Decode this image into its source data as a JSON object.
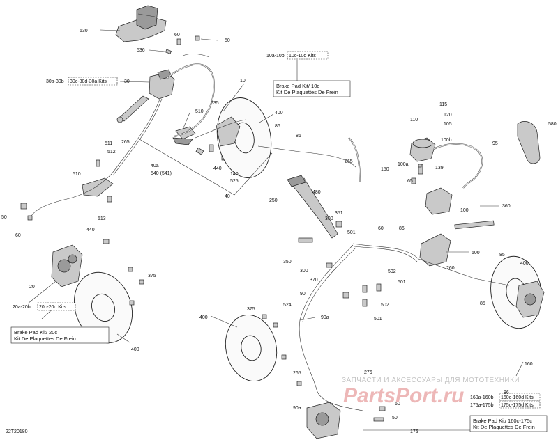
{
  "diagram": {
    "figure_code": "22T20180",
    "watermark": {
      "text": "ЗАПЧАСТИ И АКСЕССУАРЫ ДЛЯ МОТОТЕХНИКИ",
      "logo": "PartsPort.ru"
    },
    "callouts": [
      "530",
      "50",
      "60",
      "536",
      "10a-10b",
      "10c-10d Kits",
      "30a-30b",
      "30c-30d-30a Kits",
      "30",
      "10",
      "535",
      "510",
      "400",
      "86",
      "265",
      "511",
      "512",
      "40a",
      "540 (541)",
      "440",
      "140",
      "525",
      "40",
      "510",
      "513",
      "50",
      "60",
      "440",
      "20",
      "375",
      "20a-20b",
      "20c-20d Kits",
      "400",
      "400",
      "375",
      "524",
      "90a",
      "90",
      "265",
      "90a",
      "115",
      "120",
      "105",
      "110",
      "100a",
      "100b",
      "95",
      "580",
      "65",
      "139",
      "100",
      "86",
      "265",
      "150",
      "250",
      "480",
      "351",
      "300",
      "501",
      "60",
      "86",
      "360",
      "500",
      "350",
      "300",
      "370",
      "260",
      "502",
      "501",
      "85",
      "400",
      "502",
      "501",
      "85",
      "160",
      "276",
      "160a-160b",
      "160c-160d Kits",
      "175a-175b",
      "175c-175d Kits",
      "60",
      "50",
      "175",
      "86"
    ],
    "kit_boxes": {
      "front_right": {
        "title": "Brake Pad Kit/ 10c",
        "subtitle": "Kit De Plaquettes De Frein"
      },
      "front_left": {
        "title": "Brake Pad Kit/ 20c",
        "subtitle": "Kit De Plaquettes De Frein"
      },
      "rear": {
        "title": "Brake Pad Kit/ 160c-175c",
        "subtitle": "Kit De Plaquettes De Frein"
      }
    }
  }
}
